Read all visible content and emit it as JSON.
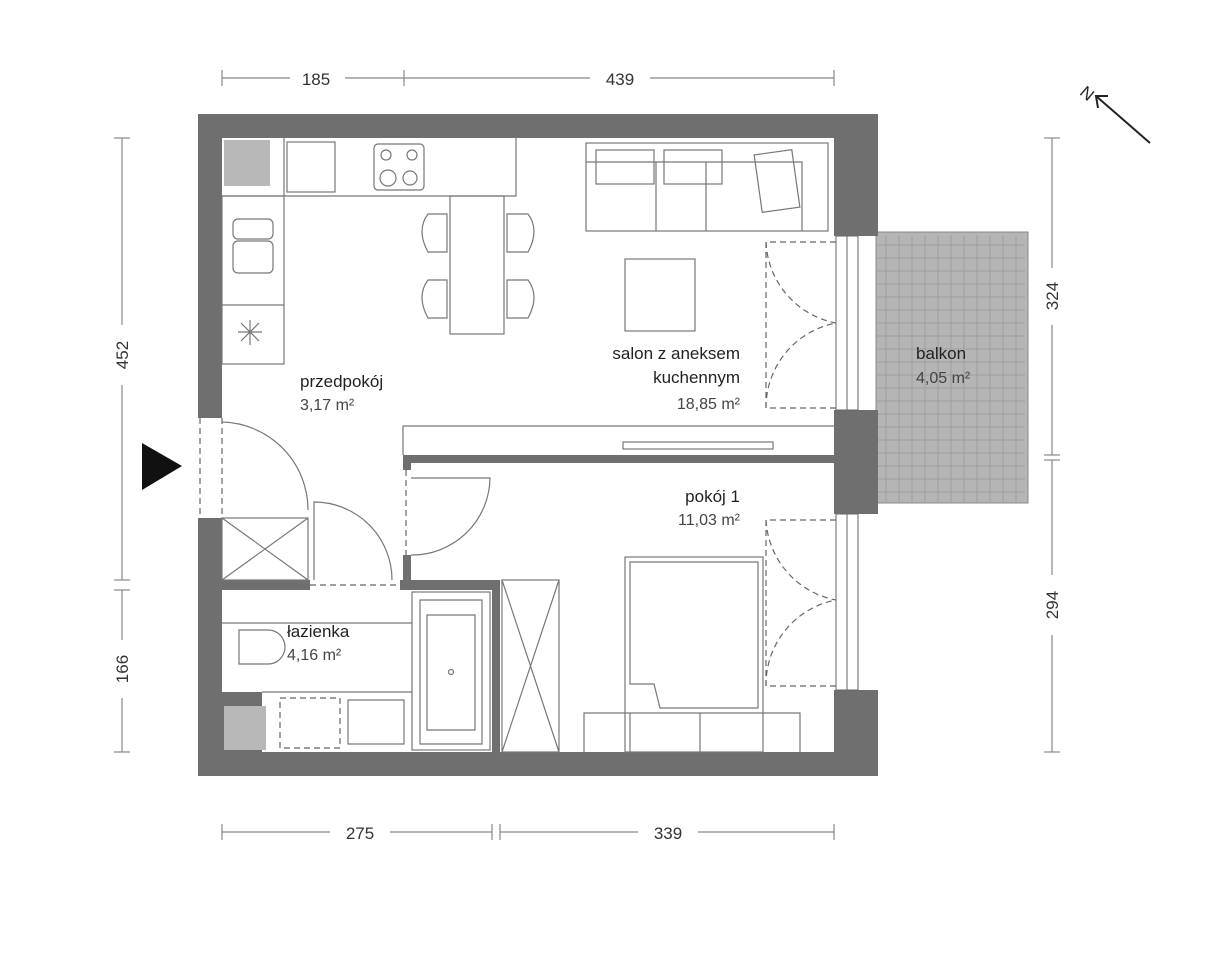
{
  "rooms": [
    {
      "name": "przedpokój",
      "area": "3,17 m²"
    },
    {
      "name_line1": "salon z aneksem",
      "name_line2": "kuchennym",
      "area": "18,85 m²"
    },
    {
      "name": "pokój 1",
      "area": "11,03 m²"
    },
    {
      "name": "łazienka",
      "area": "4,16 m²"
    },
    {
      "name": "balkon",
      "area": "4,05 m²"
    }
  ],
  "dimensions": {
    "top": [
      "185",
      "439"
    ],
    "bottom": [
      "275",
      "339"
    ],
    "left": [
      "452",
      "166"
    ],
    "right": [
      "324",
      "294"
    ]
  },
  "north_label": "N",
  "colors": {
    "wall": "#6f6f6f",
    "shaft": "#b8b8b8",
    "balcony": "#b5b5b5"
  }
}
